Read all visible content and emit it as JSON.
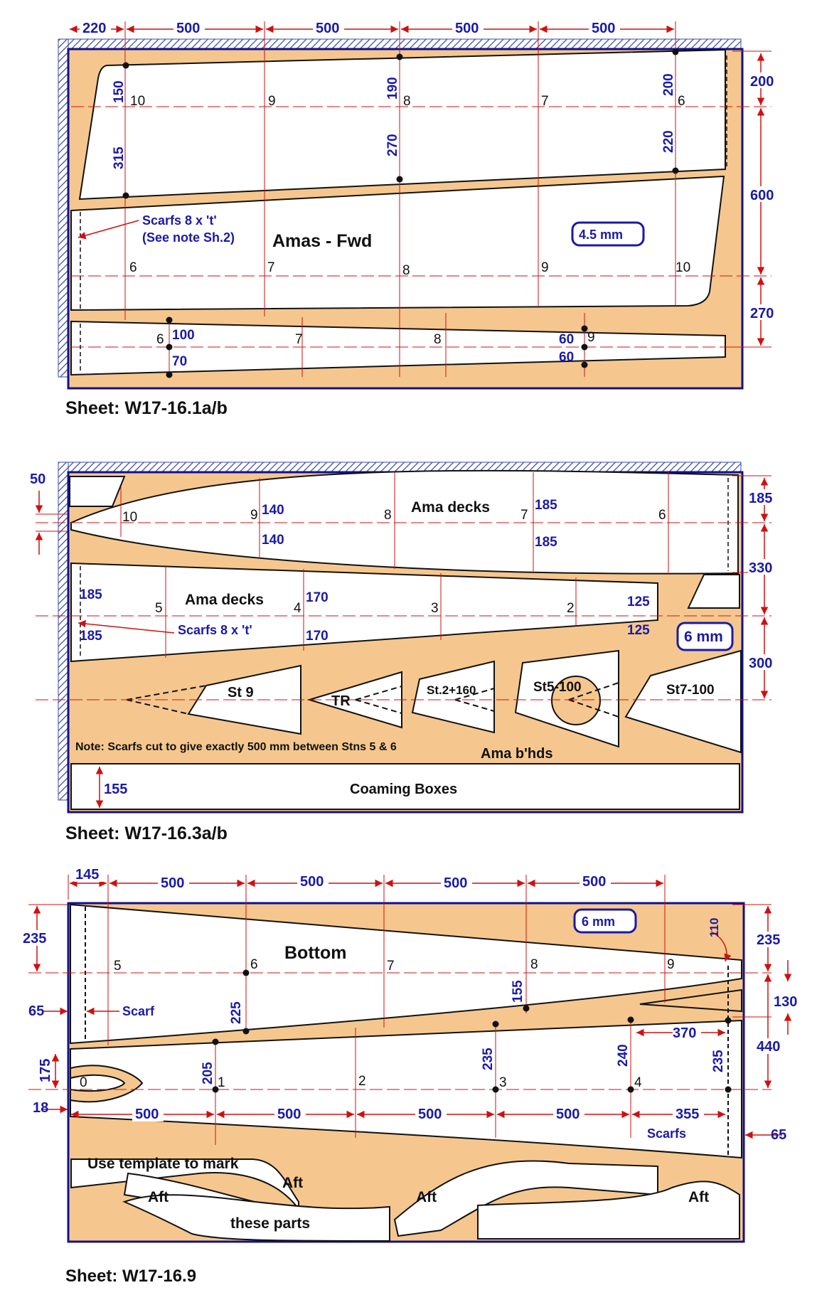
{
  "sheet1": {
    "caption": "Sheet: W17-16.1a/b",
    "title": "Amas - Fwd",
    "thickness": "4.5 mm",
    "scarf_note_1": "Scarfs 8 x 't'",
    "scarf_note_2": "(See note Sh.2)",
    "top_dims": [
      "220",
      "500",
      "500",
      "500",
      "500"
    ],
    "right_dims": [
      "200",
      "600",
      "270"
    ],
    "panel1_stations": [
      "10",
      "9",
      "8",
      "7",
      "6"
    ],
    "panel1_dims": [
      "150",
      "315",
      "190",
      "270",
      "200",
      "220"
    ],
    "panel2_stations": [
      "6",
      "7",
      "8",
      "9",
      "10"
    ],
    "panel3_stations": [
      "6",
      "7",
      "8",
      "9"
    ],
    "panel3_dims": [
      "100",
      "70",
      "60",
      "60"
    ]
  },
  "sheet2": {
    "caption": "Sheet: W17-16.3a/b",
    "deck_label_1": "Ama decks",
    "deck_label_2": "Ama decks",
    "thickness": "6 mm",
    "scarf_note": "Scarfs 8 x 't'",
    "left_dim": "50",
    "right_dims": [
      "185",
      "330",
      "300"
    ],
    "panel1_stations": [
      "10",
      "9",
      "8",
      "7",
      "6"
    ],
    "panel1_dims": [
      "140",
      "140",
      "185",
      "185"
    ],
    "panel2_stations": [
      "5",
      "4",
      "3",
      "2"
    ],
    "panel2_dims": [
      "185",
      "185",
      "170",
      "170",
      "125",
      "125"
    ],
    "bulkheads": [
      "St 9",
      "TR",
      "St.2+160",
      "St5-100",
      "St7-100"
    ],
    "bulkhead_label": "Ama b'hds",
    "note": "Note: Scarfs cut to give exactly 500 mm between Stns 5 & 6",
    "coaming_dim": "155",
    "coaming_label": "Coaming Boxes"
  },
  "sheet3": {
    "caption": "Sheet: W17-16.9",
    "title": "Bottom",
    "thickness": "6 mm",
    "scarf_label": "Scarf",
    "scarfs_label": "Scarfs",
    "top_dims": [
      "145",
      "500",
      "500",
      "500",
      "500"
    ],
    "left_dims": [
      "235",
      "65",
      "175",
      "18"
    ],
    "right_dims": [
      "235",
      "130",
      "440",
      "65"
    ],
    "tip_dim": "110",
    "cut_dim": "370",
    "upper_stations": [
      "5",
      "6",
      "7",
      "8",
      "9"
    ],
    "upper_dims": [
      "225",
      "155"
    ],
    "lower_stations": [
      "0",
      "1",
      "2",
      "3",
      "4"
    ],
    "lower_dims": [
      "205",
      "235",
      "240",
      "235"
    ],
    "bottom_dims": [
      "500",
      "500",
      "500",
      "500",
      "355"
    ],
    "template_note_1": "Use template to mark",
    "template_note_2": "these parts",
    "aft_labels": [
      "Aft",
      "Aft",
      "Aft",
      "Aft"
    ]
  }
}
